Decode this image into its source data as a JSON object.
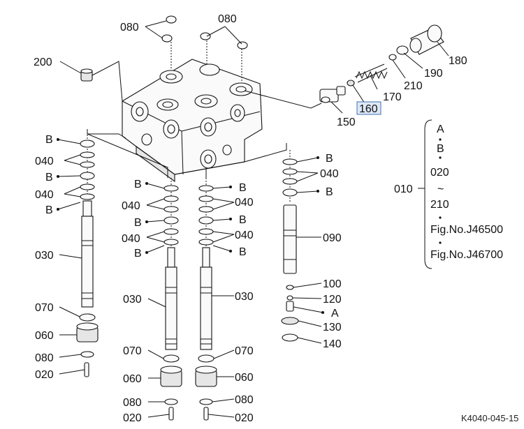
{
  "diagram": {
    "labels": {
      "p080": "080",
      "p200": "200",
      "p180": "180",
      "p190": "190",
      "p210": "210",
      "p170": "170",
      "p160": "160",
      "p150": "150",
      "p040": "040",
      "p030": "030",
      "p070": "070",
      "p060": "060",
      "p020": "020",
      "p090": "090",
      "p100": "100",
      "p120": "120",
      "p130": "130",
      "p140": "140",
      "p010": "010",
      "b": "B",
      "a": "A"
    },
    "legend": {
      "a": "A",
      "b": "B",
      "from": "020",
      "tilde": "~",
      "to": "210",
      "fig1": "Fig.No.J46500",
      "fig2": "Fig.No.J46700",
      "group": "010"
    },
    "highlighted_part": "160",
    "figure_code": "K4040-045-15"
  }
}
